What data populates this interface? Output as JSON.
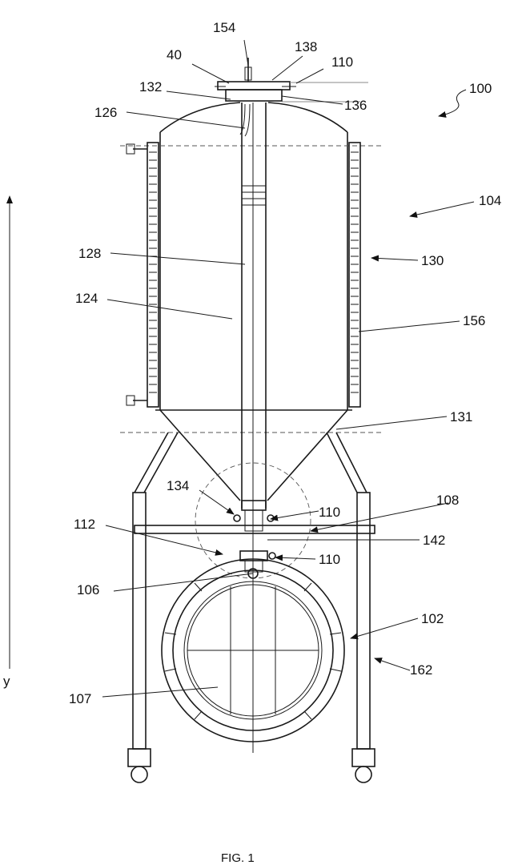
{
  "figure": {
    "caption": "FIG. 1",
    "axis_label": "y"
  },
  "labels": {
    "l154": "154",
    "l138": "138",
    "l40": "40",
    "l110a": "110",
    "l100": "100",
    "l132": "132",
    "l136": "136",
    "l126": "126",
    "l104": "104",
    "l128": "128",
    "l130": "130",
    "l124": "124",
    "l156": "156",
    "l131": "131",
    "l134": "134",
    "l110b": "110",
    "l108": "108",
    "l112": "112",
    "l142": "142",
    "l110c": "110",
    "l106": "106",
    "l102": "102",
    "l162": "162",
    "l107": "107"
  }
}
